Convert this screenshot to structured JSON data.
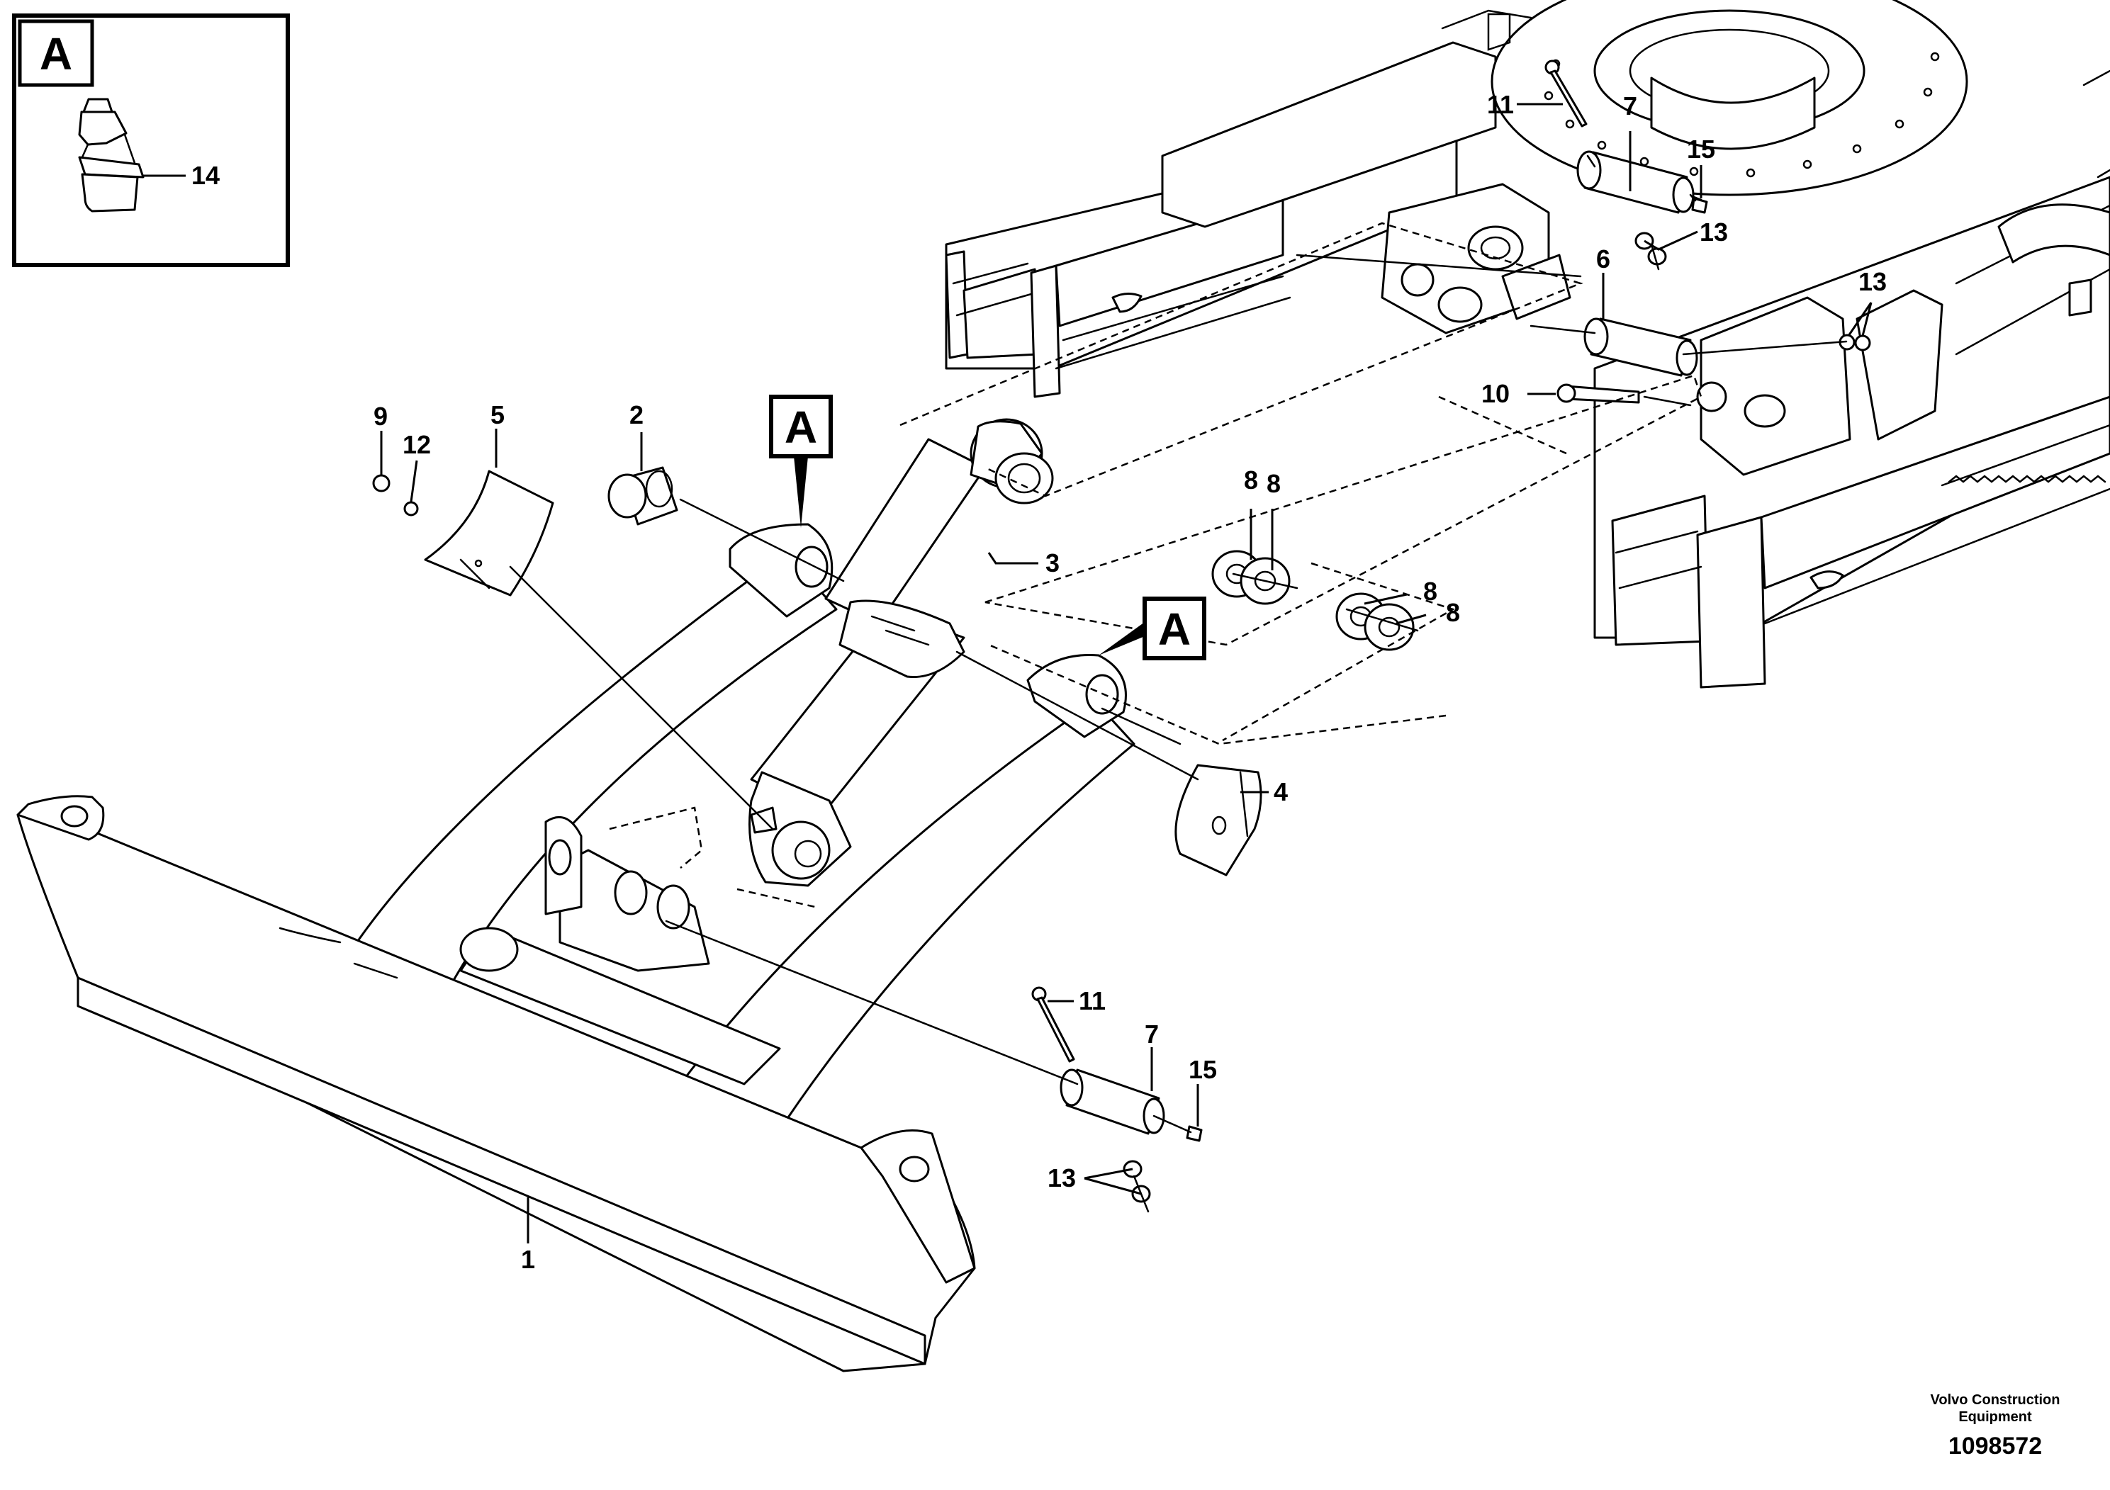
{
  "detail_view": {
    "letter": "A",
    "callout": "14"
  },
  "view_markers": [
    {
      "letter": "A"
    },
    {
      "letter": "A"
    }
  ],
  "callouts": {
    "c1": "1",
    "c2": "2",
    "c3": "3",
    "c4": "4",
    "c5": "5",
    "c6": "6",
    "c7_top": "7",
    "c7_bottom": "7",
    "c8_a": "8",
    "c8_b": "8",
    "c8_c": "8",
    "c8_d": "8",
    "c9": "9",
    "c10": "10",
    "c11_top": "11",
    "c11_bottom": "11",
    "c12": "12",
    "c13_top": "13",
    "c13_right": "13",
    "c13_bottom": "13",
    "c15_top": "15",
    "c15_bottom": "15"
  },
  "footer": {
    "credit_line1": "Volvo Construction",
    "credit_line2": "Equipment",
    "doc_number": "1098572"
  },
  "colors": {
    "line": "#000000",
    "background": "#ffffff"
  }
}
